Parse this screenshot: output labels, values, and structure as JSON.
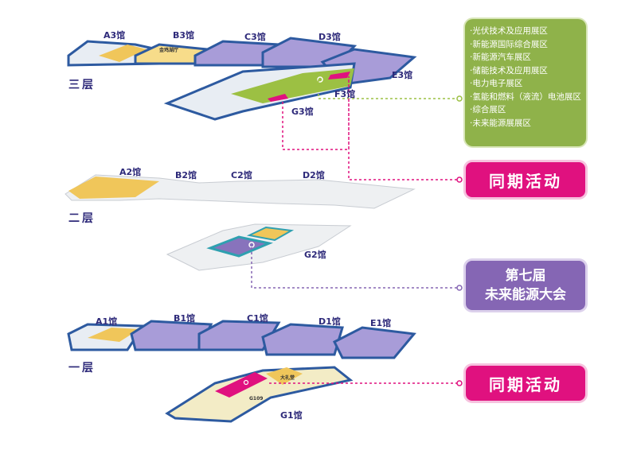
{
  "floors": {
    "third": "三层",
    "second": "二层",
    "first": "一层"
  },
  "halls": {
    "A3": "A3馆",
    "B3": "B3馆",
    "C3": "C3馆",
    "D3": "D3馆",
    "E3": "E3馆",
    "F3": "F3馆",
    "G3": "G3馆",
    "A2": "A2馆",
    "B2": "B2馆",
    "C2": "C2馆",
    "D2": "D2馆",
    "G2": "G2馆",
    "A1": "A1馆",
    "B1": "B1馆",
    "C1": "C1馆",
    "D1": "D1馆",
    "E1": "E1馆",
    "G1": "G1馆"
  },
  "rooms": {
    "b3_room": "金鸡湖厅",
    "g1_auditorium": "大礼堂",
    "g1_room": "G109"
  },
  "exhibition_zones": [
    "·光伏技术及应用展区",
    "·新能源国际综合展区",
    "·新能源汽车展区",
    "·储能技术及应用展区",
    "·电力电子展区",
    "·氢能和燃料（液流）电池展区",
    "·综合展区",
    "·未来能源展展区"
  ],
  "callouts": {
    "concurrent_top": "同期活动",
    "conference_line1": "第七届",
    "conference_line2": "未来能源大会",
    "concurrent_bottom": "同期活动"
  },
  "colors": {
    "green": "#8fb24a",
    "pink": "#e0117f",
    "purple": "#8566b4",
    "navy": "#2e2a7a"
  }
}
